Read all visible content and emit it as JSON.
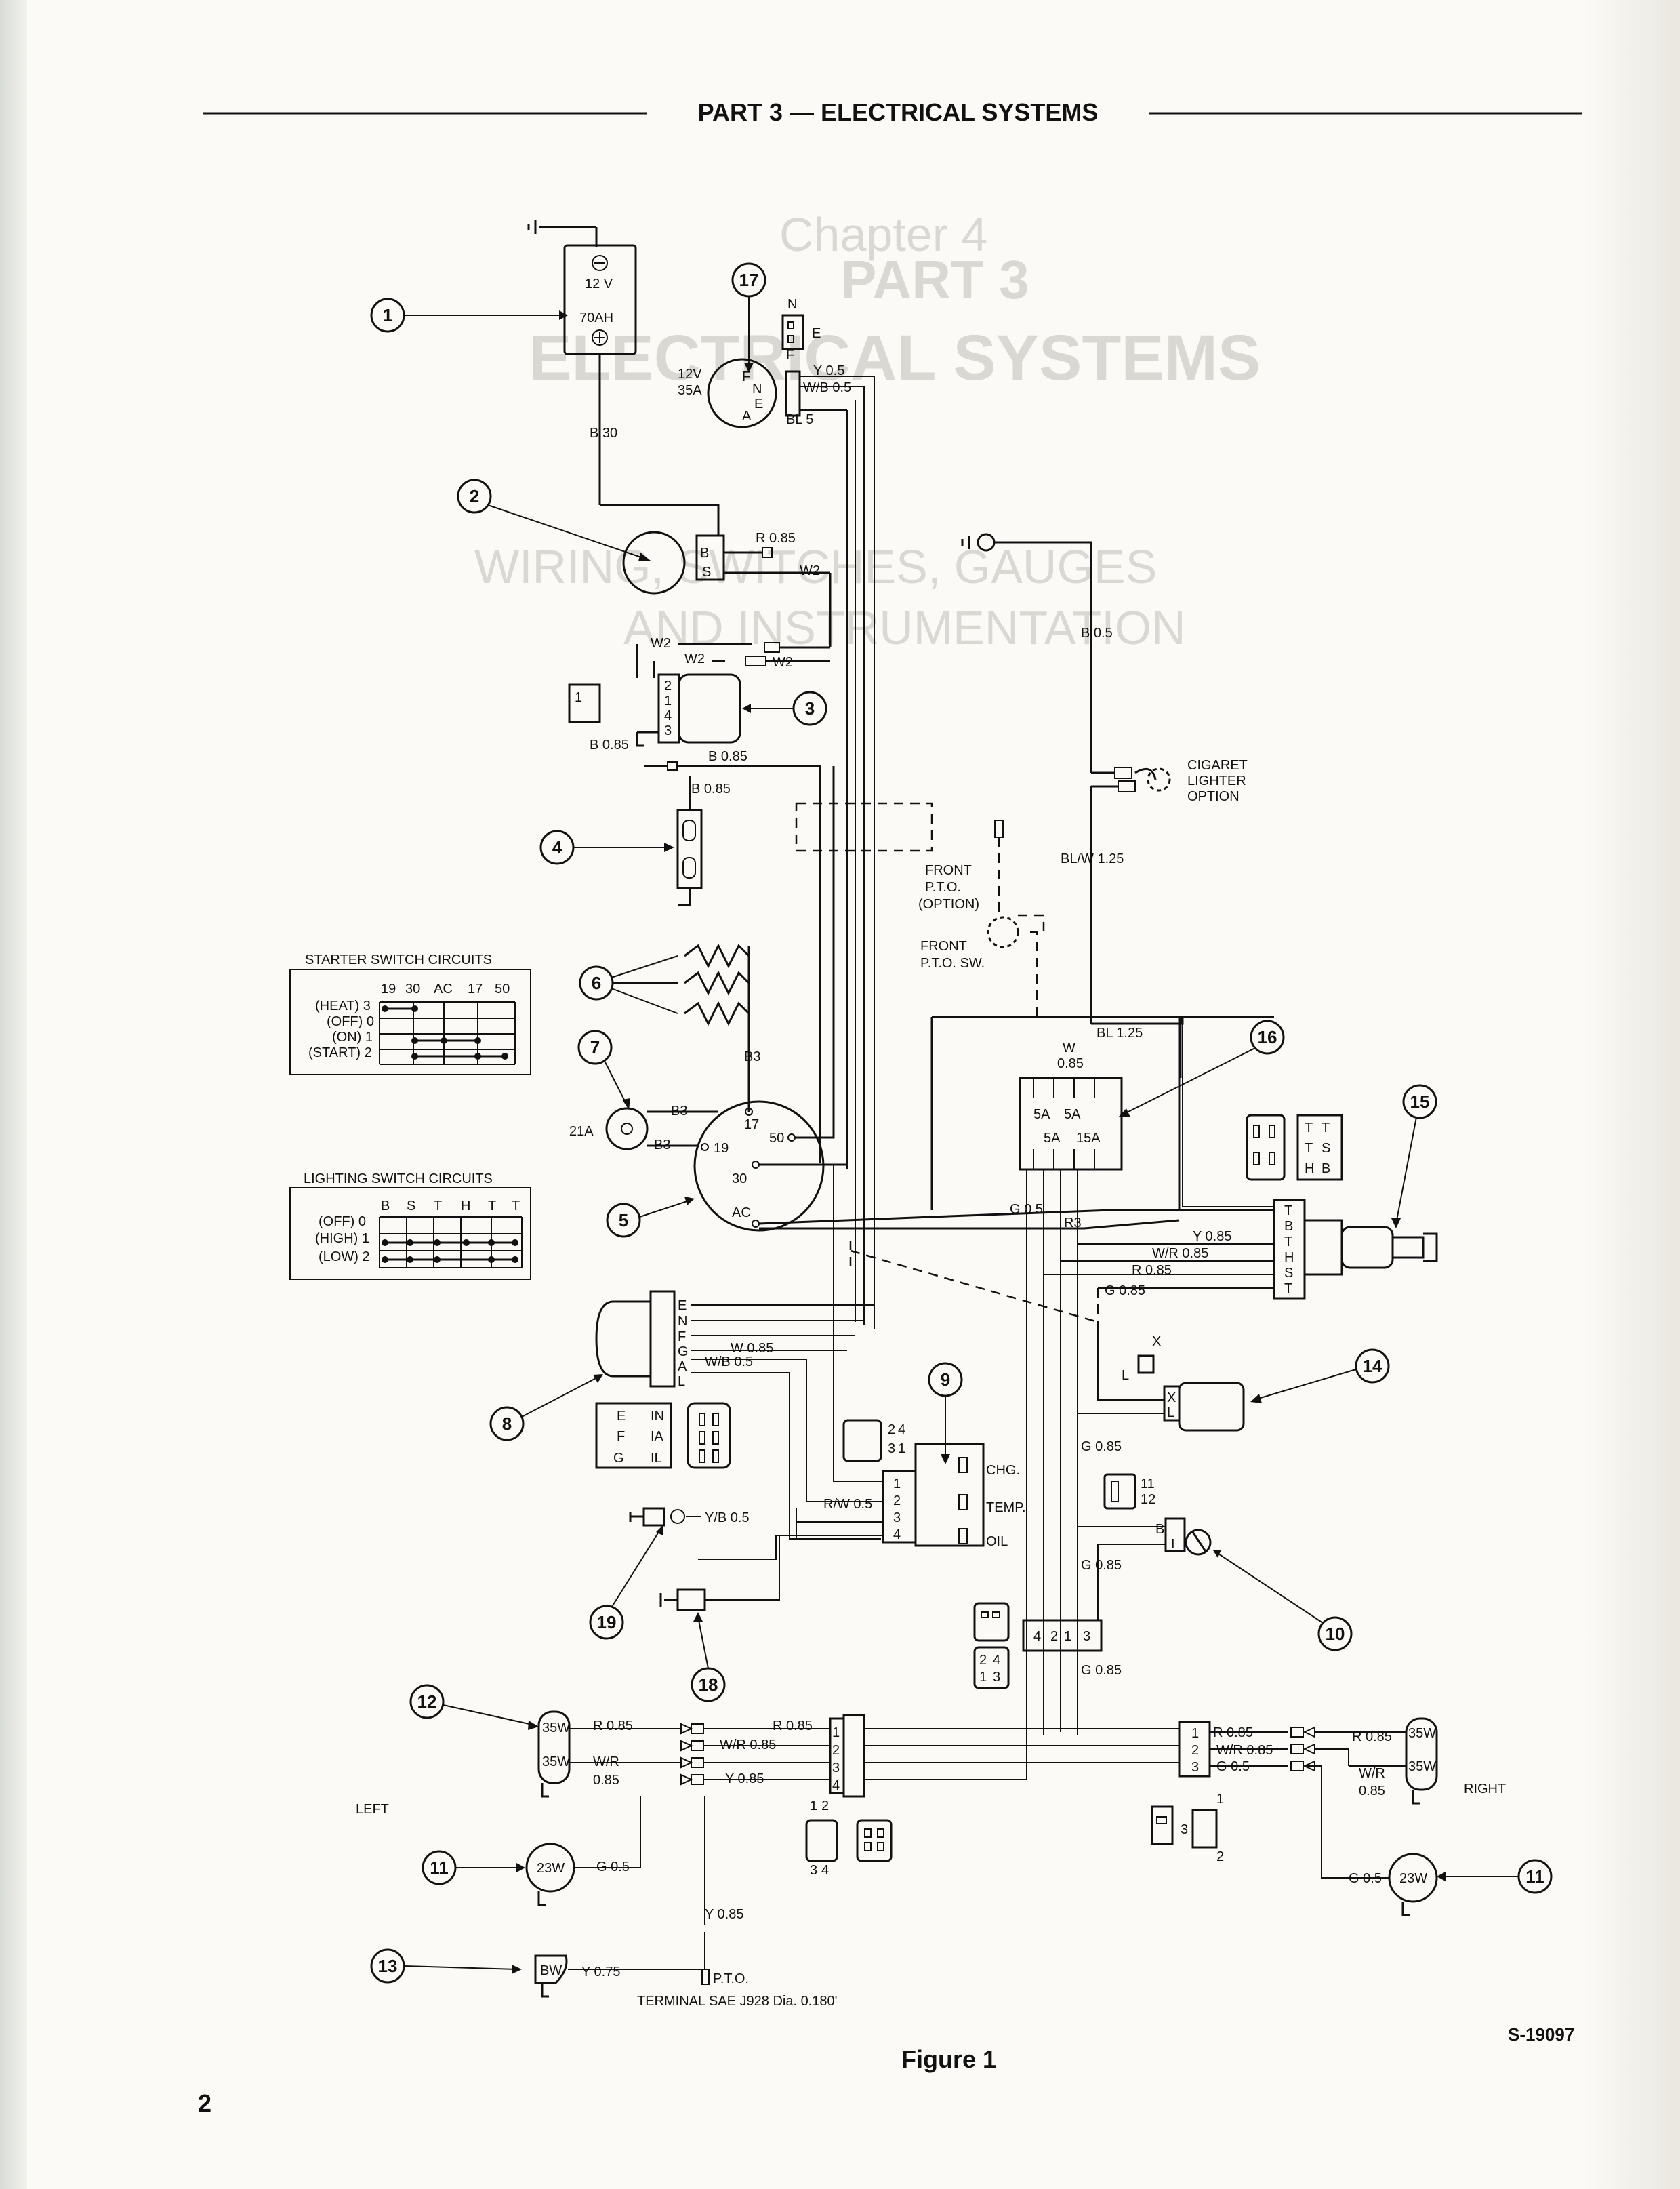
{
  "header": {
    "title": "PART 3 — ELECTRICAL SYSTEMS"
  },
  "figure": {
    "caption": "Figure 1",
    "code": "S-19097",
    "page_number": "2",
    "bleed_through": [
      "Chapter 4",
      "PART 3",
      "ELECTRICAL SYSTEMS",
      "WIRING, SWITCHES, GAUGES",
      "AND INSTRUMENTATION"
    ]
  },
  "callouts": [
    "1",
    "2",
    "3",
    "4",
    "5",
    "6",
    "7",
    "8",
    "9",
    "10",
    "11",
    "12",
    "13",
    "14",
    "15",
    "16",
    "17",
    "18",
    "19",
    "11"
  ],
  "battery": {
    "voltage": "12 V",
    "capacity": "70AH"
  },
  "alternator": {
    "rating_v": "12V",
    "rating_a": "35A",
    "terminals": [
      "F",
      "N",
      "E",
      "A"
    ],
    "plug_labels": [
      "N",
      "E"
    ]
  },
  "starter_switch_table": {
    "title": "STARTER SWITCH CIRCUITS",
    "columns": [
      "19",
      "30",
      "AC",
      "17",
      "50"
    ],
    "rows": [
      "(HEAT) 3",
      "(OFF) 0",
      "(ON) 1",
      "(START) 2"
    ]
  },
  "lighting_switch_table": {
    "title": "LIGHTING SWITCH CIRCUITS",
    "columns": [
      "B",
      "S",
      "T",
      "H",
      "T",
      "T"
    ],
    "rows": [
      "(OFF) 0",
      "(HIGH) 1",
      "(LOW) 2"
    ]
  },
  "wire_labels": {
    "b30": "B 30",
    "r085": "R 0.85",
    "w2a": "W2",
    "w2b": "W2",
    "w2c": "W2",
    "w2d": "W2",
    "b085a": "B 0.85",
    "b085b": "B 0.85",
    "b085c": "B 0.85",
    "y05": "Y 0.5",
    "wb05": "W/B 0.5",
    "bl5": "BL 5",
    "b05": "B 0.5",
    "blw125": "BL/W 1.25",
    "bl125": "BL 1.25",
    "w085": "W",
    "w085b": "0.85",
    "b3a": "B3",
    "b3b": "B3",
    "b3c": "B3",
    "g05": "G 0.5",
    "r3": "R3",
    "y085": "Y 0.85",
    "wr085": "W/R 0.85",
    "r085b": "R 0.85",
    "g085": "G 0.85",
    "w085c": "W 0.85",
    "wb05b": "W/B 0.5",
    "rw05": "R/W 0.5",
    "yb05": "Y/B 0.5",
    "g085b": "G 0.85",
    "g085c": "G 0.85",
    "g085d": "G 0.85",
    "r085l": "R 0.85",
    "r085l2": "R 0.85",
    "wrl": "W/R",
    "wrl2": "0.85",
    "wr085l": "W/R 0.85",
    "y085l": "Y 0.85",
    "r085r": "R 0.85",
    "r085r2": "R 0.85",
    "wr085r": "W/R 0.85",
    "g05r": "G 0.5",
    "wrr": "W/R",
    "wrr2": "0.85",
    "g05l": "G 0.5",
    "y075": "Y 0.75",
    "y085p": "Y 0.85",
    "g05r2": "G 0.5"
  },
  "component_labels": {
    "bat_minus": "⊖",
    "s_term": "S",
    "b_term": "B",
    "cigar": [
      "CIGARET",
      "LIGHTER",
      "OPTION"
    ],
    "front_pto": [
      "FRONT",
      "P.T.O.",
      "(OPTION)"
    ],
    "front_pto_sw": [
      "FRONT",
      "P.T.O. SW."
    ],
    "relay_pins": [
      "2",
      "1",
      "4",
      "3"
    ],
    "fuses": [
      "5A",
      "5A",
      "5A",
      "15A"
    ],
    "starter_terms": [
      "17",
      "19",
      "50",
      "30",
      "AC"
    ],
    "bulb_21a": "21A",
    "sw_pins": [
      "E",
      "N",
      "F",
      "G",
      "A",
      "L"
    ],
    "conn_ef": [
      "E",
      "IN",
      "F",
      "IA",
      "G",
      "IL"
    ],
    "gauge_pins": [
      "1",
      "2",
      "3",
      "4"
    ],
    "gauges": [
      "CHG.",
      "TEMP.",
      "OIL"
    ],
    "plug24": [
      "2",
      "4",
      "3",
      "1"
    ],
    "flasher": [
      "X",
      "L"
    ],
    "relay_x": "X",
    "relay_l": "L",
    "sw1112": [
      "11",
      "12"
    ],
    "bi": [
      "B",
      "I"
    ],
    "lamp_35w": "35W",
    "lamp_23w": "23W",
    "lamp_bw": "BW",
    "conn_4213": [
      "4",
      "2",
      "1",
      "3"
    ],
    "plug_tb": [
      "T",
      "T",
      "T",
      "S",
      "H",
      "B"
    ],
    "bthst": [
      "T",
      "B",
      "T",
      "H",
      "S",
      "T"
    ],
    "left": "LEFT",
    "right": "RIGHT",
    "plug123": [
      "1",
      "3",
      "2"
    ],
    "plug1234": [
      "1",
      "2",
      "3",
      "4"
    ],
    "pto_term": "P.T.O.",
    "terminal_note": "TERMINAL SAE J928 Dia. 0.180'",
    "pin_123": [
      "1",
      "2",
      "3"
    ],
    "pin_1234": [
      "1",
      "2",
      "3",
      "4"
    ]
  }
}
